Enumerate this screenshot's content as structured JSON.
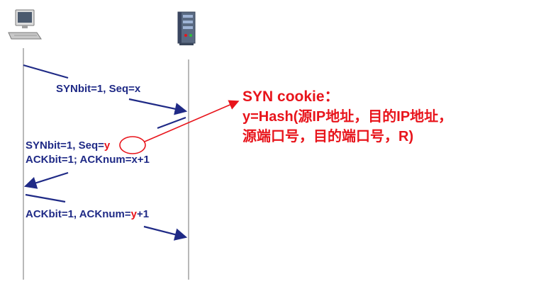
{
  "colors": {
    "arrow": "#1f2a86",
    "highlight": "#e8141b",
    "timeline": "#8a8a8a"
  },
  "icons": {
    "client": "desktop-computer-icon",
    "server": "server-tower-icon"
  },
  "messages": {
    "syn": "SYNbit=1, Seq=x",
    "synack_prefix": "SYNbit=1, Seq=",
    "synack_y": "y",
    "synack_ack": "ACKbit=1; ACKnum=x+1",
    "ack_prefix": "ACKbit=1, ACKnum=",
    "ack_y": "y",
    "ack_suffix": "+1"
  },
  "note": {
    "title": "SYN cookie：",
    "line1": "y=Hash(源IP地址，目的IP地址，",
    "line2": "源端口号，目的端口号，R)"
  }
}
